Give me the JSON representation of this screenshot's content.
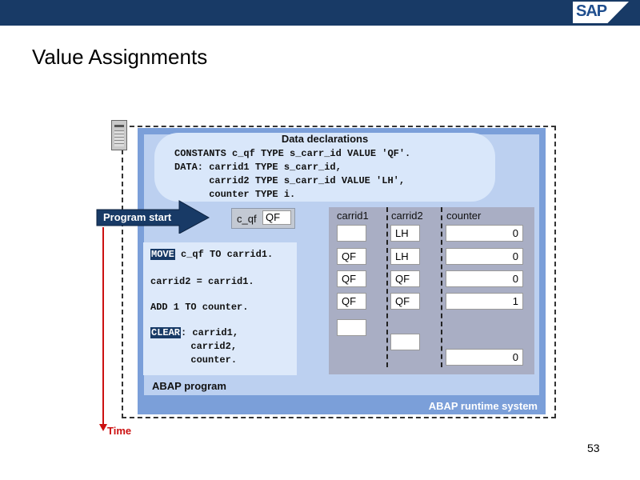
{
  "header": {
    "logo_text": "SAP"
  },
  "page": {
    "title": "Value Assignments",
    "number": "53"
  },
  "diagram": {
    "runtime_label": "ABAP runtime system",
    "program_label": "ABAP program",
    "declarations": {
      "title": "Data declarations",
      "code": "CONSTANTS c_qf TYPE s_carr_id VALUE 'QF'.\nDATA: carrid1 TYPE s_carr_id,\n      carrid2 TYPE s_carr_id VALUE 'LH',\n      counter TYPE i."
    },
    "constant": {
      "name": "c_qf",
      "value": "QF"
    },
    "statements": [
      {
        "keyword": "MOVE",
        "text": " c_qf TO carrid1."
      },
      {
        "keyword": "",
        "text": "carrid2 = carrid1."
      },
      {
        "keyword": "",
        "text": "ADD 1 TO counter."
      },
      {
        "keyword": "CLEAR",
        "text": ": carrid1,"
      },
      {
        "keyword": "",
        "text": "       carrid2,"
      },
      {
        "keyword": "",
        "text": "       counter."
      }
    ],
    "columns": [
      "carrid1",
      "carrid2",
      "counter"
    ],
    "rows": [
      [
        "",
        "LH",
        "0"
      ],
      [
        "QF",
        "LH",
        "0"
      ],
      [
        "QF",
        "QF",
        "0"
      ],
      [
        "QF",
        "QF",
        "1"
      ],
      [
        "",
        "",
        "0"
      ]
    ],
    "program_start_label": "Program start",
    "time_label": "Time",
    "colors": {
      "header_bar": "#183a66",
      "runtime": "#7b9fd9",
      "program": "#bcd0f0",
      "arrow": "#183a66",
      "timeline": "#cc1111"
    }
  }
}
